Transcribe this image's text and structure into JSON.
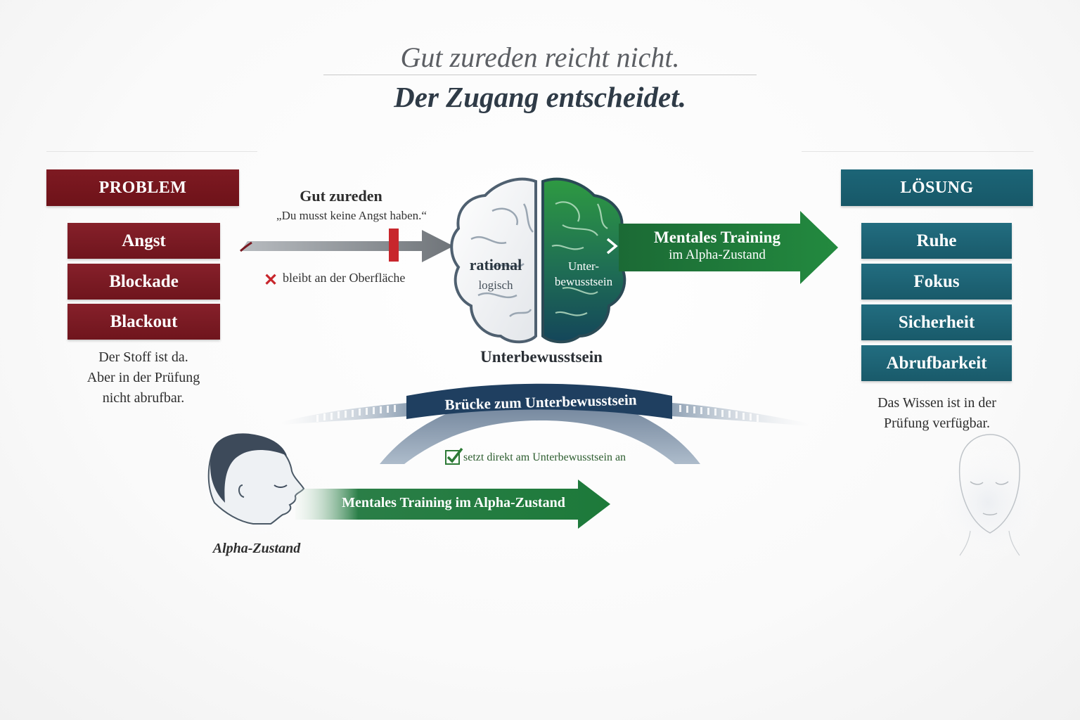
{
  "title": {
    "line1": "Gut zureden reicht nicht.",
    "line2": "Der Zugang entscheidet."
  },
  "problem": {
    "header": "PROBLEM",
    "items": [
      "Angst",
      "Blockade",
      "Blackout"
    ],
    "caption_lines": [
      "Der Stoff ist da.",
      "Aber in der Prüfung",
      "nicht abrufbar."
    ],
    "color": "#7a1820"
  },
  "gut_zureden": {
    "title": "Gut zureden",
    "quote": "„Du musst keine Angst haben.“",
    "result": "bleibt an der Oberfläche",
    "result_icon": "x-icon"
  },
  "brain": {
    "left_label": "rational",
    "left_sub": "logisch",
    "right_label_lines": [
      "Unter-",
      "bewusstsein"
    ],
    "caption": "Unterbewusstsein"
  },
  "main_arrow": {
    "line1": "Mentales Training",
    "line2": "im Alpha-Zustand",
    "color": "#1f7a3a"
  },
  "solution": {
    "header": "LÖSUNG",
    "items": [
      "Ruhe",
      "Fokus",
      "Sicherheit",
      "Abrufbarkeit"
    ],
    "caption_lines": [
      "Das Wissen ist in der",
      "Prüfung verfügbar."
    ],
    "color": "#1b6274"
  },
  "bridge": {
    "label": "Brücke zum Unterbewusstsein",
    "check_text": "setzt direkt am Unterbewusstsein an",
    "check_icon": "checkbox-check-icon"
  },
  "bottom_arrow": {
    "label": "Mentales Training im Alpha-Zustand"
  },
  "alpha": {
    "label": "Alpha-Zustand",
    "icon": "face-profile-icon"
  },
  "solution_face_icon": "calm-face-icon"
}
